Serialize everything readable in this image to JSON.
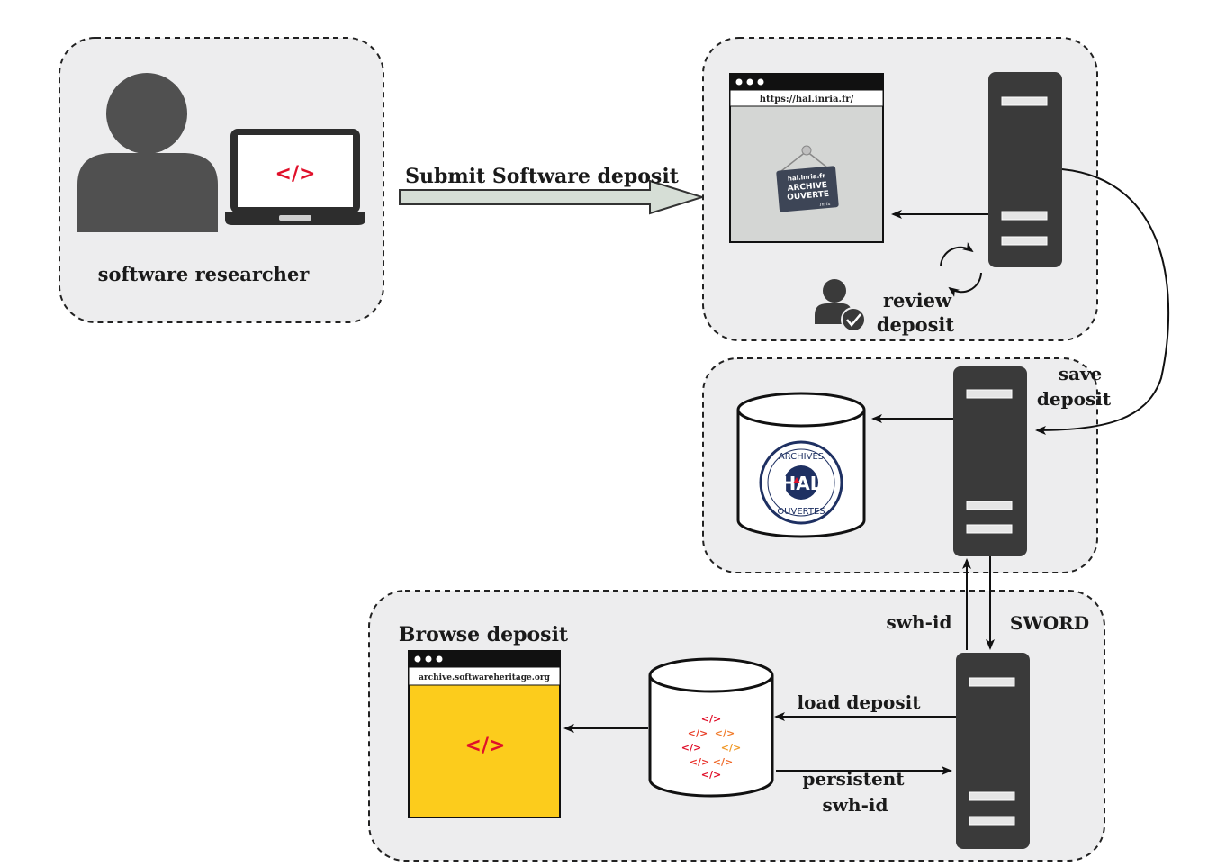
{
  "panels": {
    "researcher": {
      "label": "software researcher",
      "code_symbol": "</>"
    },
    "hal_web": {
      "url": "https://hal.inria.fr/",
      "sign_line1": "hal.inria.fr",
      "sign_line2": "ARCHIVE",
      "sign_line3": "OUVERTE",
      "sign_signature": "Inria",
      "review_label_1": "review",
      "review_label_2": "deposit"
    },
    "hal_storage": {
      "save_label_1": "save",
      "save_label_2": "deposit",
      "logo_top": "ARCHIVES",
      "logo_mid": "HAL",
      "logo_bottom": "OUVERTES"
    },
    "swh": {
      "title": "Browse deposit",
      "url": "archive.softwareheritage.org",
      "code_symbol": "</>",
      "load_label": "load deposit",
      "persistent_label_1": "persistent",
      "persistent_label_2": "swh-id"
    }
  },
  "arrows": {
    "submit": "Submit Software deposit",
    "swh_id": "swh-id",
    "sword": "SWORD"
  },
  "colors": {
    "panel_fill": "#ededee",
    "server": "#3a3a3a",
    "code_red": "#e0102a",
    "swh_yellow": "#fccc1c",
    "hal_blue": "#1e3062",
    "arrow_fill": "#d6ded6"
  }
}
